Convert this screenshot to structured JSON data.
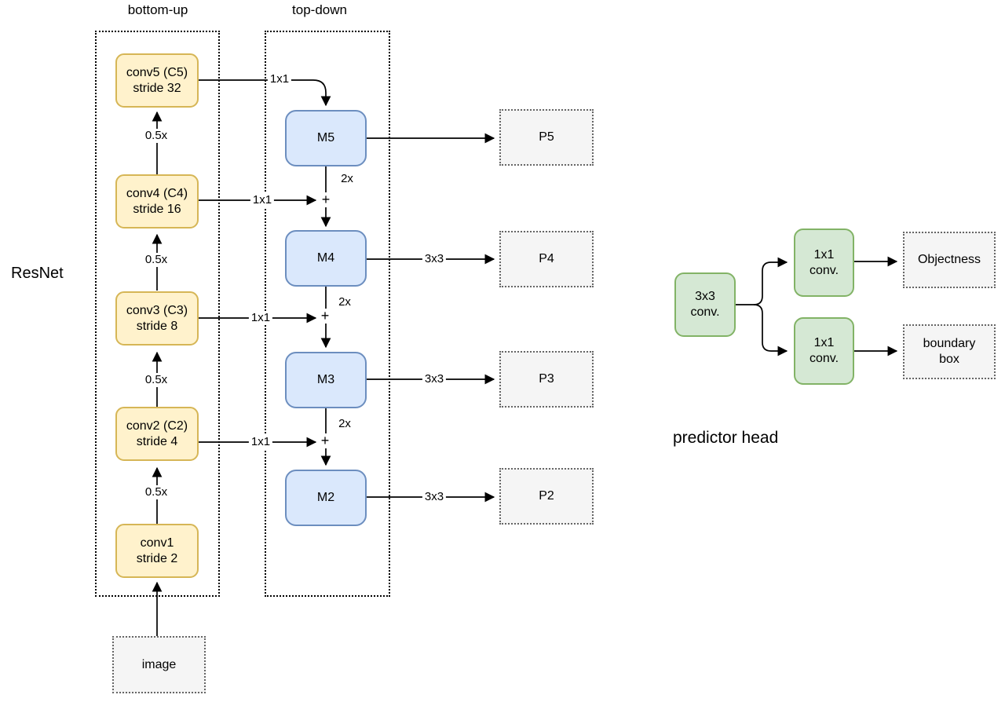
{
  "diagram": {
    "bottom_up_label": "bottom-up",
    "top_down_label": "top-down",
    "backbone_label": "ResNet",
    "predictor_label": "predictor head"
  },
  "backbone": {
    "input": "image",
    "downsample": "0.5x",
    "stages": [
      {
        "name": "conv5 (C5)",
        "stride": "stride 32"
      },
      {
        "name": "conv4 (C4)",
        "stride": "stride 16"
      },
      {
        "name": "conv3 (C3)",
        "stride": "stride 8"
      },
      {
        "name": "conv2 (C2)",
        "stride": "stride 4"
      },
      {
        "name": "conv1",
        "stride": "stride 2"
      }
    ]
  },
  "topdown": {
    "upsample": "2x",
    "lateral_conv": "1x1",
    "merge": "+",
    "output_conv": "3x3",
    "nodes": [
      {
        "label": "M5"
      },
      {
        "label": "M4"
      },
      {
        "label": "M3"
      },
      {
        "label": "M2"
      }
    ]
  },
  "pyramid": {
    "outputs": [
      {
        "label": "P5"
      },
      {
        "label": "P4"
      },
      {
        "label": "P3"
      },
      {
        "label": "P2"
      }
    ]
  },
  "predictor": {
    "trunk": {
      "line1": "3x3",
      "line2": "conv."
    },
    "objectness_branch": {
      "line1": "1x1",
      "line2": "conv."
    },
    "box_branch": {
      "line1": "1x1",
      "line2": "conv."
    },
    "objectness_output": "Objectness",
    "box_output": {
      "line1": "boundary",
      "line2": "box"
    }
  },
  "colors": {
    "stage_fill": "#FFF2CC",
    "stage_border": "#D6B656",
    "merged_fill": "#DAE8FC",
    "merged_border": "#6C8EBF",
    "head_fill": "#D5E8D4",
    "head_border": "#82B366",
    "output_fill": "#F5F5F5",
    "output_border": "#666666"
  }
}
